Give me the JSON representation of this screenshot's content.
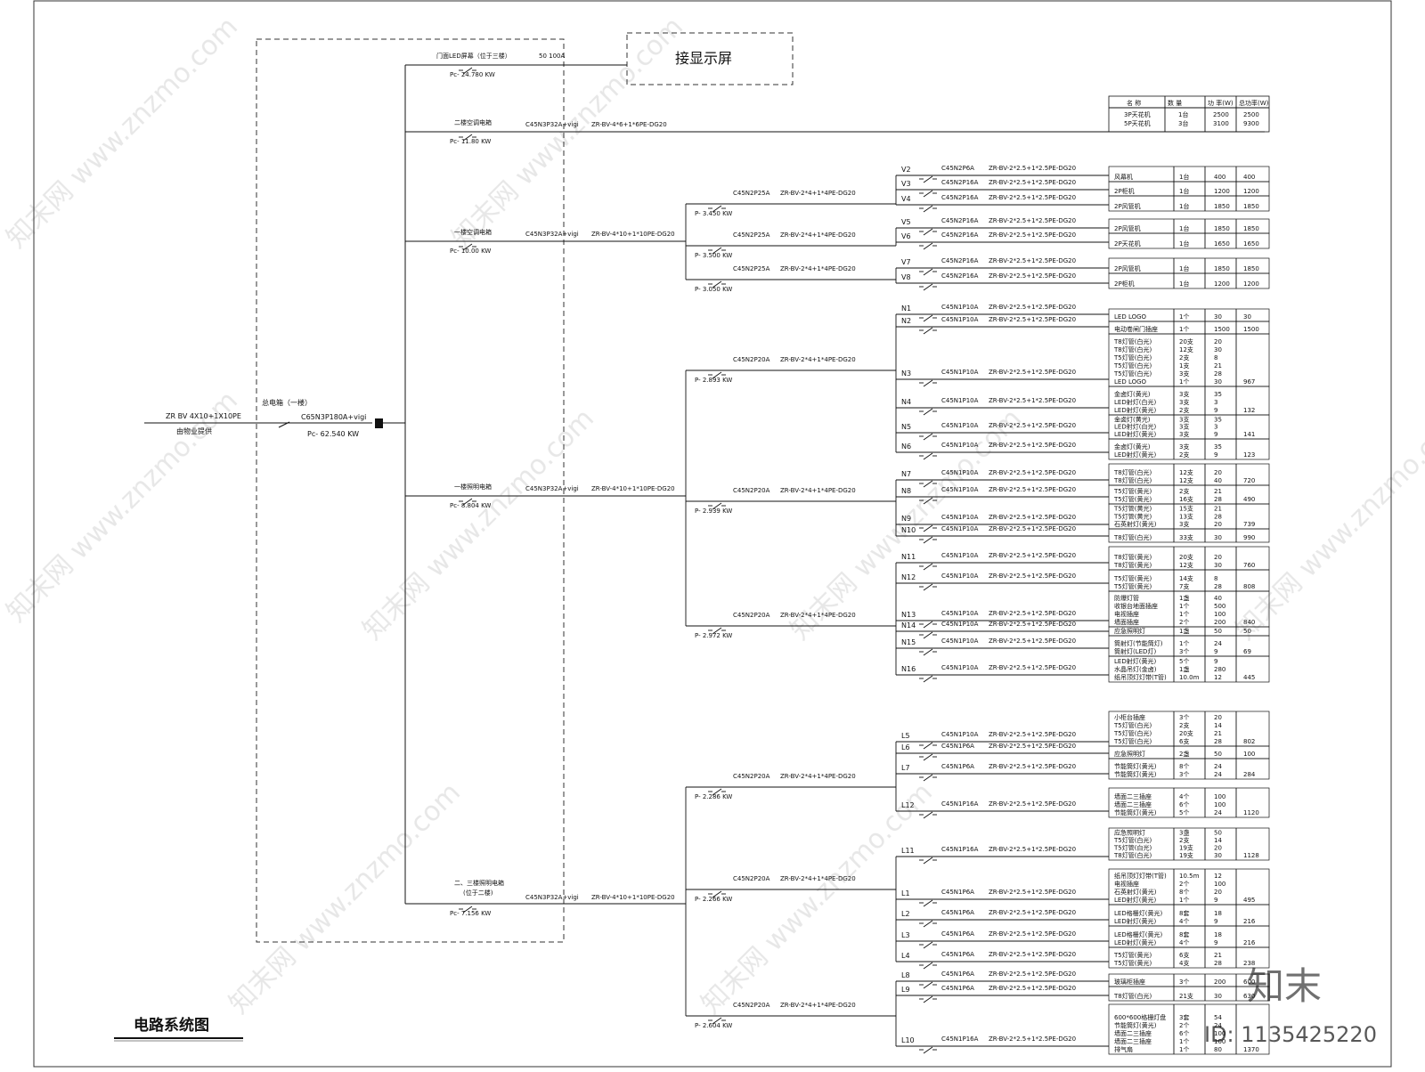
{
  "title": "电路系统图",
  "display_box": "接显示屏",
  "incoming": {
    "cable": "ZR BV 4X10+1X10PE",
    "source": "由物业提供"
  },
  "main_box": {
    "name": "总电箱（一楼）",
    "breaker": "C65N3P180A+vigi",
    "power": "Pc- 62.540 KW"
  },
  "watermark": {
    "site": "知末网 www.znzmo.com",
    "logo": "知末",
    "id": "ID: 1135425220"
  },
  "feeders": [
    {
      "name": "门面LED屏幕（位于三楼）",
      "spec": "50 100A",
      "cable": "",
      "power": "Pc- 24.780 KW"
    },
    {
      "name": "二楼空调电箱",
      "spec": "C45N3P32A+vigi",
      "cable": "ZR-BV-4*6+1*6PE-DG20",
      "power": "Pc- 11.80 KW"
    },
    {
      "name": "一楼空调电箱",
      "spec": "C45N3P32A+vigi",
      "cable": "ZR-BV-4*10+1*10PE-DG20",
      "power": "Pc- 10.00 KW"
    },
    {
      "name": "一楼照明电箱",
      "spec": "C45N3P32A+vigi",
      "cable": "ZR-BV-4*10+1*10PE-DG20",
      "power": "Pc- 8.804 KW"
    },
    {
      "name": "二、三楼照明电箱",
      "name2": "(位于二楼)",
      "spec": "C45N3P32A+vigi",
      "cable": "ZR-BV-4*10+1*10PE-DG20",
      "power": "Pc- 7.156 KW"
    }
  ],
  "table_header": [
    "名 称",
    "数 量",
    "功 率(W)",
    "总功率(W)"
  ],
  "top_table": [
    {
      "name": "3P天花机",
      "qty": "1台",
      "p": "2500",
      "t": "2500"
    },
    {
      "name": "5P天花机",
      "qty": "3台",
      "p": "3100",
      "t": "9300"
    }
  ],
  "subfeeders": [
    {
      "breaker": "C45N2P25A",
      "cable": "ZR-BV-2*4+1*4PE-DG20",
      "power": "P- 3.450 KW"
    },
    {
      "breaker": "C45N2P25A",
      "cable": "ZR-BV-2*4+1*4PE-DG20",
      "power": "P- 3.500 KW"
    },
    {
      "breaker": "C45N2P25A",
      "cable": "ZR-BV-2*4+1*4PE-DG20",
      "power": "P- 3.050 KW"
    },
    {
      "breaker": "C45N2P20A",
      "cable": "ZR-BV-2*4+1*4PE-DG20",
      "power": "P- 2.893 KW"
    },
    {
      "breaker": "C45N2P20A",
      "cable": "ZR-BV-2*4+1*4PE-DG20",
      "power": "P- 2.939 KW"
    },
    {
      "breaker": "C45N2P20A",
      "cable": "ZR-BV-2*4+1*4PE-DG20",
      "power": "P- 2.972 KW"
    },
    {
      "breaker": "C45N2P20A",
      "cable": "ZR-BV-2*4+1*4PE-DG20",
      "power": "P- 2.286 KW"
    },
    {
      "breaker": "C45N2P20A",
      "cable": "ZR-BV-2*4+1*4PE-DG20",
      "power": "P- 2.266 KW"
    },
    {
      "breaker": "C45N2P20A",
      "cable": "ZR-BV-2*4+1*4PE-DG20",
      "power": "P- 2.604 KW"
    }
  ],
  "circuits": [
    {
      "id": "V2",
      "breaker": "C45N2P6A",
      "cable": "ZR-BV-2*2.5+1*2.5PE-DG20",
      "names": [
        "风幕机"
      ],
      "qtys": [
        "1台"
      ],
      "powers": [
        "400"
      ],
      "total": "400"
    },
    {
      "id": "V3",
      "breaker": "C45N2P16A",
      "cable": "ZR-BV-2*2.5+1*2.5PE-DG20",
      "names": [
        "2P柜机"
      ],
      "qtys": [
        "1台"
      ],
      "powers": [
        "1200"
      ],
      "total": "1200"
    },
    {
      "id": "V4",
      "breaker": "C45N2P16A",
      "cable": "ZR-BV-2*2.5+1*2.5PE-DG20",
      "names": [
        "2P风管机"
      ],
      "qtys": [
        "1台"
      ],
      "powers": [
        "1850"
      ],
      "total": "1850"
    },
    {
      "id": "V5",
      "breaker": "C45N2P16A",
      "cable": "ZR-BV-2*2.5+1*2.5PE-DG20",
      "names": [
        "2P风管机"
      ],
      "qtys": [
        "1台"
      ],
      "powers": [
        "1850"
      ],
      "total": "1850"
    },
    {
      "id": "V6",
      "breaker": "C45N2P16A",
      "cable": "ZR-BV-2*2.5+1*2.5PE-DG20",
      "names": [
        "2P天花机"
      ],
      "qtys": [
        "1台"
      ],
      "powers": [
        "1650"
      ],
      "total": "1650"
    },
    {
      "id": "V7",
      "breaker": "C45N2P16A",
      "cable": "ZR-BV-2*2.5+1*2.5PE-DG20",
      "names": [
        "2P风管机"
      ],
      "qtys": [
        "1台"
      ],
      "powers": [
        "1850"
      ],
      "total": "1850"
    },
    {
      "id": "V8",
      "breaker": "C45N2P16A",
      "cable": "ZR-BV-2*2.5+1*2.5PE-DG20",
      "names": [
        "2P柜机"
      ],
      "qtys": [
        "1台"
      ],
      "powers": [
        "1200"
      ],
      "total": "1200"
    },
    {
      "id": "N1",
      "breaker": "C45N1P10A",
      "cable": "ZR-BV-2*2.5+1*2.5PE-DG20",
      "names": [
        "LED LOGO"
      ],
      "qtys": [
        "1个"
      ],
      "powers": [
        "30"
      ],
      "total": "30"
    },
    {
      "id": "N2",
      "breaker": "C45N1P10A",
      "cable": "ZR-BV-2*2.5+1*2.5PE-DG20",
      "names": [
        "电动卷闸门插座"
      ],
      "qtys": [
        "1个"
      ],
      "powers": [
        "1500"
      ],
      "total": "1500"
    },
    {
      "id": "N3",
      "breaker": "C45N1P10A",
      "cable": "ZR-BV-2*2.5+1*2.5PE-DG20",
      "names": [
        "T8灯管(白光)",
        "T8灯管(白光)",
        "T5灯管(白光)",
        "T5灯管(白光)",
        "T5灯管(白光)",
        "LED LOGO"
      ],
      "qtys": [
        "20支",
        "12支",
        "2支",
        "1支",
        "3支",
        "1个"
      ],
      "powers": [
        "20",
        "30",
        "8",
        "21",
        "28",
        "30"
      ],
      "total": "967"
    },
    {
      "id": "N4",
      "breaker": "C45N1P10A",
      "cable": "ZR-BV-2*2.5+1*2.5PE-DG20",
      "names": [
        "金卤灯(黄光)",
        "LED射灯(白光)",
        "LED射灯(黄光)"
      ],
      "qtys": [
        "3支",
        "3支",
        "2支"
      ],
      "powers": [
        "35",
        "3",
        "9"
      ],
      "total": "132"
    },
    {
      "id": "N5",
      "breaker": "C45N1P10A",
      "cable": "ZR-BV-2*2.5+1*2.5PE-DG20",
      "names": [
        "金卤灯(黄光)",
        "LED射灯(白光)",
        "LED射灯(黄光)"
      ],
      "qtys": [
        "3支",
        "3支",
        "3支"
      ],
      "powers": [
        "35",
        "3",
        "9"
      ],
      "total": "141"
    },
    {
      "id": "N6",
      "breaker": "C45N1P10A",
      "cable": "ZR-BV-2*2.5+1*2.5PE-DG20",
      "names": [
        "金卤灯(黄光)",
        "LED射灯(黄光)"
      ],
      "qtys": [
        "3支",
        "2支"
      ],
      "powers": [
        "35",
        "9"
      ],
      "total": "123"
    },
    {
      "id": "N7",
      "breaker": "C45N1P10A",
      "cable": "ZR-BV-2*2.5+1*2.5PE-DG20",
      "names": [
        "T8灯管(白光)",
        "T8灯管(白光)"
      ],
      "qtys": [
        "12支",
        "12支"
      ],
      "powers": [
        "20",
        "40"
      ],
      "total": "720"
    },
    {
      "id": "N8",
      "breaker": "C45N1P10A",
      "cable": "ZR-BV-2*2.5+1*2.5PE-DG20",
      "names": [
        "T5灯管(黄光)",
        "T5灯管(黄光)"
      ],
      "qtys": [
        "2支",
        "16支"
      ],
      "powers": [
        "21",
        "28"
      ],
      "total": "490"
    },
    {
      "id": "N9",
      "breaker": "C45N1P10A",
      "cable": "ZR-BV-2*2.5+1*2.5PE-DG20",
      "names": [
        "T5灯管(黄光)",
        "T5灯管(黄光)",
        "石英射灯(黄光)"
      ],
      "qtys": [
        "15支",
        "13支",
        "3支"
      ],
      "powers": [
        "21",
        "28",
        "20"
      ],
      "total": "739"
    },
    {
      "id": "N10",
      "breaker": "C45N1P10A",
      "cable": "ZR-BV-2*2.5+1*2.5PE-DG20",
      "names": [
        "T8灯管(白光)"
      ],
      "qtys": [
        "33支"
      ],
      "powers": [
        "30"
      ],
      "total": "990"
    },
    {
      "id": "N11",
      "breaker": "C45N1P10A",
      "cable": "ZR-BV-2*2.5+1*2.5PE-DG20",
      "names": [
        "T8灯管(黄光)",
        "T8灯管(黄光)"
      ],
      "qtys": [
        "20支",
        "12支"
      ],
      "powers": [
        "20",
        "30"
      ],
      "total": "760"
    },
    {
      "id": "N12",
      "breaker": "C45N1P10A",
      "cable": "ZR-BV-2*2.5+1*2.5PE-DG20",
      "names": [
        "T5灯管(黄光)",
        "T5灯管(黄光)"
      ],
      "qtys": [
        "14支",
        "7支"
      ],
      "powers": [
        "8",
        "28"
      ],
      "total": "808"
    },
    {
      "id": "N13",
      "breaker": "C45N1P10A",
      "cable": "ZR-BV-2*2.5+1*2.5PE-DG20",
      "names": [
        "防爆灯管",
        "收银台地面插座",
        "电视插座",
        "墙面插座"
      ],
      "qtys": [
        "1盏",
        "1个",
        "1个",
        "2个"
      ],
      "powers": [
        "40",
        "500",
        "100",
        "200"
      ],
      "total": "840"
    },
    {
      "id": "N14",
      "breaker": "C45N1P10A",
      "cable": "ZR-BV-2*2.5+1*2.5PE-DG20",
      "names": [
        "应急照明灯"
      ],
      "qtys": [
        "1盏"
      ],
      "powers": [
        "50"
      ],
      "total": "50"
    },
    {
      "id": "N15",
      "breaker": "C45N1P10A",
      "cable": "ZR-BV-2*2.5+1*2.5PE-DG20",
      "names": [
        "筒射灯(节能筒灯)",
        "筒射灯(LED灯)"
      ],
      "qtys": [
        "1个",
        "3个"
      ],
      "powers": [
        "24",
        "9"
      ],
      "total": "69"
    },
    {
      "id": "N16",
      "breaker": "C45N1P10A",
      "cable": "ZR-BV-2*2.5+1*2.5PE-DG20",
      "names": [
        "LED射灯(黄光)",
        "水晶吊灯(金卤)",
        "纸吊顶灯灯带(T管)"
      ],
      "qtys": [
        "5个",
        "1盏",
        "10.0m"
      ],
      "powers": [
        "9",
        "280",
        "12"
      ],
      "total": "445"
    },
    {
      "id": "L5",
      "breaker": "C45N1P10A",
      "cable": "ZR-BV-2*2.5+1*2.5PE-DG20",
      "names": [
        "小柜台插座",
        "T5灯管(白光)",
        "T5灯管(白光)",
        "T5灯管(白光)"
      ],
      "qtys": [
        "3个",
        "2支",
        "20支",
        "6支"
      ],
      "powers": [
        "20",
        "14",
        "21",
        "28"
      ],
      "total": "802"
    },
    {
      "id": "L6",
      "breaker": "C45N1P6A",
      "cable": "ZR-BV-2*2.5+1*2.5PE-DG20",
      "names": [
        "应急照明灯"
      ],
      "qtys": [
        "2盏"
      ],
      "powers": [
        "50"
      ],
      "total": "100"
    },
    {
      "id": "L7",
      "breaker": "C45N1P6A",
      "cable": "ZR-BV-2*2.5+1*2.5PE-DG20",
      "names": [
        "节能筒灯(黄光)",
        "节能筒灯(黄光)"
      ],
      "qtys": [
        "8个",
        "3个"
      ],
      "powers": [
        "24",
        "24"
      ],
      "total": "284"
    },
    {
      "id": "L12",
      "breaker": "C45N1P16A",
      "cable": "ZR-BV-2*2.5+1*2.5PE-DG20",
      "names": [
        "墙面二三插座",
        "墙面二三插座",
        "节能筒灯(黄光)"
      ],
      "qtys": [
        "4个",
        "6个",
        "5个"
      ],
      "powers": [
        "100",
        "100",
        "24"
      ],
      "total": "1120"
    },
    {
      "id": "L11",
      "breaker": "C45N1P16A",
      "cable": "ZR-BV-2*2.5+1*2.5PE-DG20",
      "names": [
        "应急照明灯",
        "T5灯管(白光)",
        "T5灯管(白光)",
        "T8灯管(白光)"
      ],
      "qtys": [
        "3盏",
        "2支",
        "19支",
        "19支"
      ],
      "powers": [
        "50",
        "14",
        "20",
        "30"
      ],
      "total": "1128"
    },
    {
      "id": "L1",
      "breaker": "C45N1P6A",
      "cable": "ZR-BV-2*2.5+1*2.5PE-DG20",
      "names": [
        "纸吊顶灯灯带(T管)",
        "电视插座",
        "石英射灯(黄光)",
        "LED射灯(黄光)"
      ],
      "qtys": [
        "10.5m",
        "2个",
        "8个",
        "1个"
      ],
      "powers": [
        "12",
        "100",
        "20",
        "9"
      ],
      "total": "495"
    },
    {
      "id": "L2",
      "breaker": "C45N1P6A",
      "cable": "ZR-BV-2*2.5+1*2.5PE-DG20",
      "names": [
        "LED格栅灯(黄光)",
        "LED射灯(黄光)"
      ],
      "qtys": [
        "8套",
        "4个"
      ],
      "powers": [
        "18",
        "9"
      ],
      "total": "216"
    },
    {
      "id": "L3",
      "breaker": "C45N1P6A",
      "cable": "ZR-BV-2*2.5+1*2.5PE-DG20",
      "names": [
        "LED格栅灯(黄光)",
        "LED射灯(黄光)"
      ],
      "qtys": [
        "8套",
        "4个"
      ],
      "powers": [
        "18",
        "9"
      ],
      "total": "216"
    },
    {
      "id": "L4",
      "breaker": "C45N1P6A",
      "cable": "ZR-BV-2*2.5+1*2.5PE-DG20",
      "names": [
        "T5灯管(黄光)",
        "T5灯管(黄光)"
      ],
      "qtys": [
        "6支",
        "4支"
      ],
      "powers": [
        "21",
        "28"
      ],
      "total": "238"
    },
    {
      "id": "L8",
      "breaker": "C45N1P6A",
      "cable": "ZR-BV-2*2.5+1*2.5PE-DG20",
      "names": [
        "玻璃柜插座"
      ],
      "qtys": [
        "3个"
      ],
      "powers": [
        "200"
      ],
      "total": "600"
    },
    {
      "id": "L9",
      "breaker": "C45N1P6A",
      "cable": "ZR-BV-2*2.5+1*2.5PE-DG20",
      "names": [
        "T8灯管(白光)"
      ],
      "qtys": [
        "21支"
      ],
      "powers": [
        "30"
      ],
      "total": "630"
    },
    {
      "id": "L10",
      "breaker": "C45N1P16A",
      "cable": "ZR-BV-2*2.5+1*2.5PE-DG20",
      "names": [
        "600*600格栅灯盘",
        "节能筒灯(黄光)",
        "墙面二三插座",
        "墙面二三插座",
        "排气扇"
      ],
      "qtys": [
        "3套",
        "2个",
        "6个",
        "1个",
        "1个"
      ],
      "powers": [
        "54",
        "24",
        "100",
        "100",
        "80"
      ],
      "total": "1370"
    }
  ]
}
